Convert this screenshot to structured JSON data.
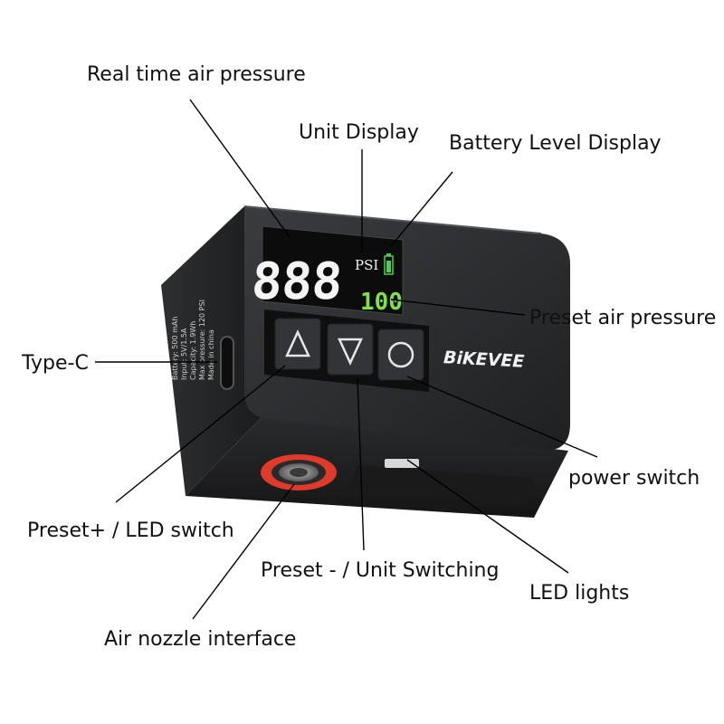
{
  "callouts": {
    "real_time_air_pressure": "Real time air pressure",
    "unit_display": "Unit Display",
    "battery_level_display": "Battery Level Display",
    "preset_air_pressure": "Preset air pressure",
    "type_c": "Type-C",
    "power_switch": "power switch",
    "preset_plus_led_switch": "Preset+ / LED switch",
    "preset_minus_unit_switching": "Preset - / Unit Switching",
    "led_lights": "LED lights",
    "air_nozzle_interface": "Air nozzle interface"
  },
  "device": {
    "brand": "BiKEVEE",
    "main_reading": "888",
    "unit": "PSI",
    "preset_reading": "100",
    "side_label": [
      "Battery: 500 mAh",
      "Input: 5V/1.5A",
      "Capacity: 1.9Wh",
      "Max pressure: 120 PSI",
      "Made in china"
    ],
    "buttons": [
      "up-triangle-icon",
      "down-triangle-icon",
      "circle-icon"
    ]
  },
  "colors": {
    "body": "#2a2b2d",
    "display_red_digits": "#f4f4f4",
    "preset_green": "#7fe04a",
    "battery_green": "#3fd54a",
    "nozzle_ring": "#e03a2a"
  }
}
